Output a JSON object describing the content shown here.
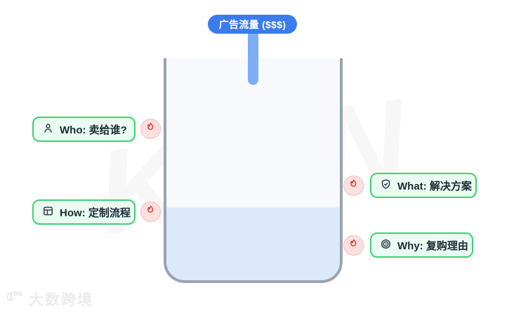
{
  "pill": {
    "label": "广告流量 ($$$)"
  },
  "vessel": {
    "shape": "open-top-container",
    "liquid_level_percent": 33
  },
  "nodes": {
    "who": {
      "label": "Who: 卖给谁?",
      "icon": "person-icon",
      "side": "left"
    },
    "how": {
      "label": "How: 定制流程",
      "icon": "layout-icon",
      "side": "left"
    },
    "what": {
      "label": "What: 解决方案",
      "icon": "shield-check-icon",
      "side": "right"
    },
    "why": {
      "label": "Why: 复购理由",
      "icon": "target-icon",
      "side": "right"
    }
  },
  "badges": {
    "icon": "flame-icon",
    "count": 4
  },
  "watermark": {
    "brand": "大数跨境",
    "letter_left": "K",
    "letter_right": "N"
  },
  "colors": {
    "pill_blue": "#3b7bed",
    "stream_blue": "#7dadf4",
    "vessel_border": "#9aa3b0",
    "vessel_fill": "#f7f9fc",
    "liquid_blue": "#dbe9fa",
    "tag_border_green": "#3fd073",
    "tag_fill_green": "#eafbf1",
    "badge_pink": "#fbe0e0",
    "flame_red": "#e23d3d"
  }
}
